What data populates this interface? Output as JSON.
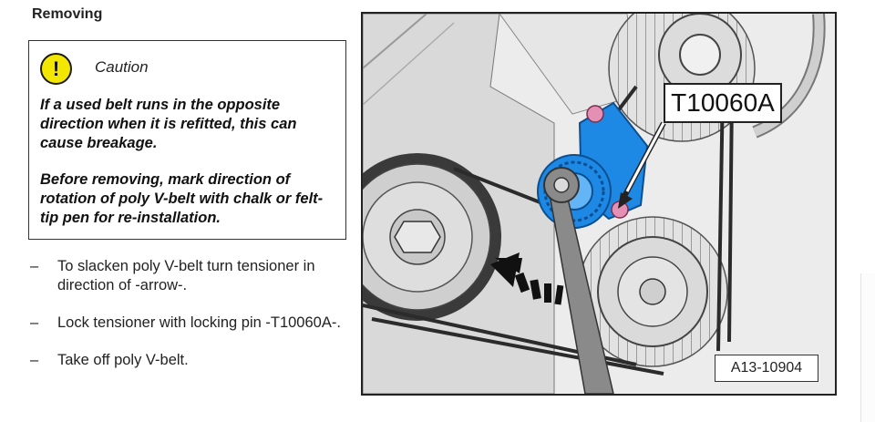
{
  "section": {
    "title": "Removing"
  },
  "caution": {
    "icon_symbol": "!",
    "icon": "exclamation-circle-icon",
    "title": "Caution",
    "paragraph1": "If a used belt runs in the opposite direction when it is refitted, this can cause breakage.",
    "paragraph2": "Before removing, mark direction of rotation of poly V-belt with chalk or felt-tip pen for re-installation.",
    "icon_color": "#f3e600"
  },
  "steps": [
    {
      "bullet": "–",
      "text": "To slacken poly V-belt turn tensioner in direction of -arrow-."
    },
    {
      "bullet": "–",
      "text": "Lock tensioner with locking pin -T10060A-."
    },
    {
      "bullet": "–",
      "text": "Take off poly V-belt."
    }
  ],
  "figure": {
    "callout_label": "T10060A",
    "figure_number": "A13-10904",
    "tensioner_color": "#1e88e5",
    "pin_color": "#e48fb4"
  }
}
